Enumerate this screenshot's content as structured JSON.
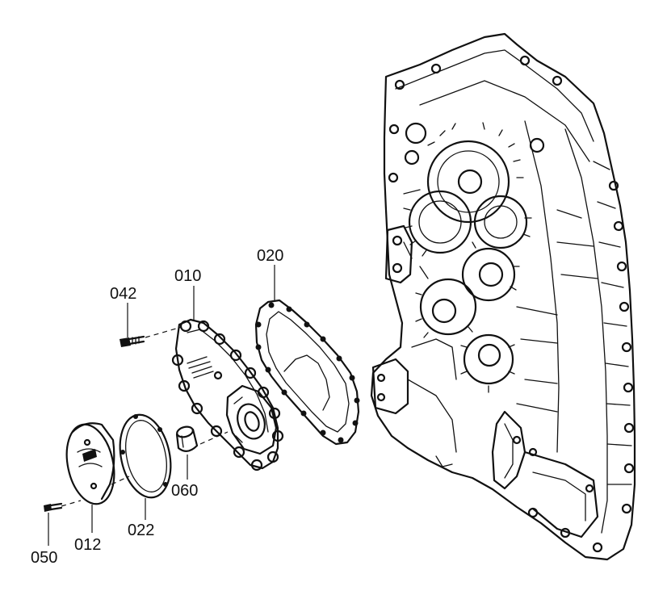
{
  "parts": [
    {
      "id": "p010",
      "label": "010"
    },
    {
      "id": "p012",
      "label": "012"
    },
    {
      "id": "p020",
      "label": "020"
    },
    {
      "id": "p022",
      "label": "022"
    },
    {
      "id": "p042",
      "label": "042"
    },
    {
      "id": "p050",
      "label": "050"
    },
    {
      "id": "p060",
      "label": "060"
    }
  ]
}
